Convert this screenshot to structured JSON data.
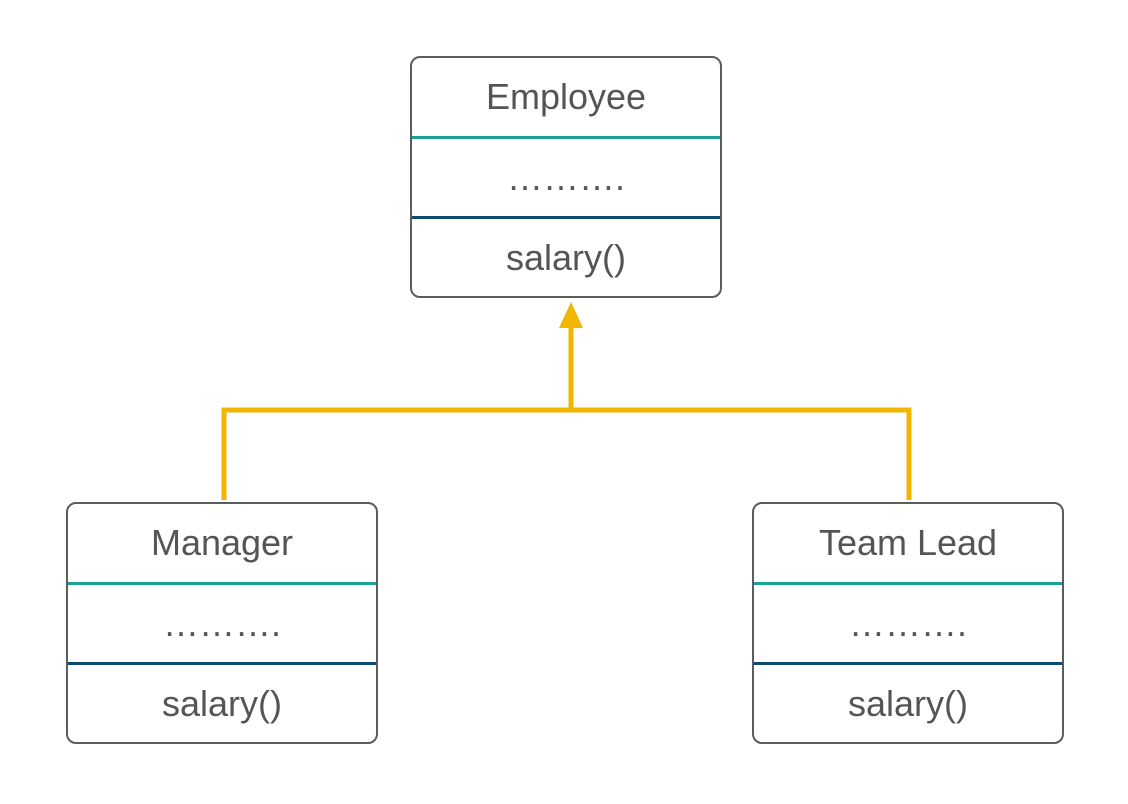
{
  "colors": {
    "border": "#5c5c5c",
    "text": "#555555",
    "name_divider": "#1aa394",
    "method_divider": "#0e4a6e",
    "connector": "#f2b600"
  },
  "classes": {
    "employee": {
      "name": "Employee",
      "attributes": "……….",
      "methods": "salary()"
    },
    "manager": {
      "name": "Manager",
      "attributes": "……….",
      "methods": "salary()"
    },
    "team_lead": {
      "name": "Team Lead",
      "attributes": "……….",
      "methods": "salary()"
    }
  },
  "relations": [
    {
      "type": "inheritance",
      "from": "Manager",
      "to": "Employee"
    },
    {
      "type": "inheritance",
      "from": "Team Lead",
      "to": "Employee"
    }
  ]
}
